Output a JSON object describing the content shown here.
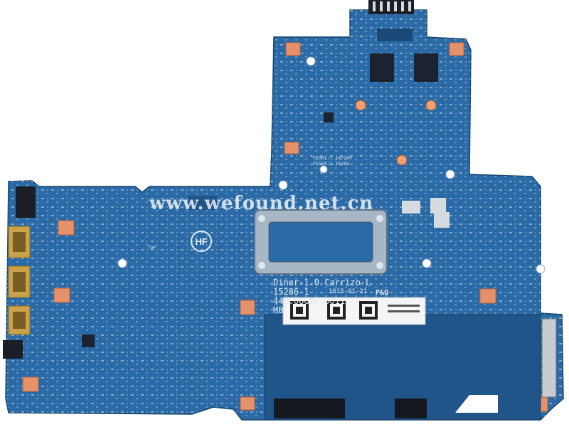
{
  "watermark": "www.wefound.net.cn",
  "board": {
    "colors": {
      "pcb": "#2a6aa6",
      "pcb_dark": "#1f5588",
      "pad": "#e5916a",
      "port": "#c9a24a",
      "chip": "#1c2330"
    },
    "silkscreen": {
      "hf_logo": "HF",
      "model_line_1": "Diner-1.0 Carrizo-L",
      "model_line_2": "15286-1",
      "date_code": "1615-61-21",
      "model_line_3": "448.08G07.0011",
      "model_line_4": "MB",
      "cert_mark": "P&Q",
      "fuse_1": "F5501:1.1A/24V",
      "fuse_2": "F5510:1.1A/6V",
      "top_marker": "TOP"
    }
  }
}
